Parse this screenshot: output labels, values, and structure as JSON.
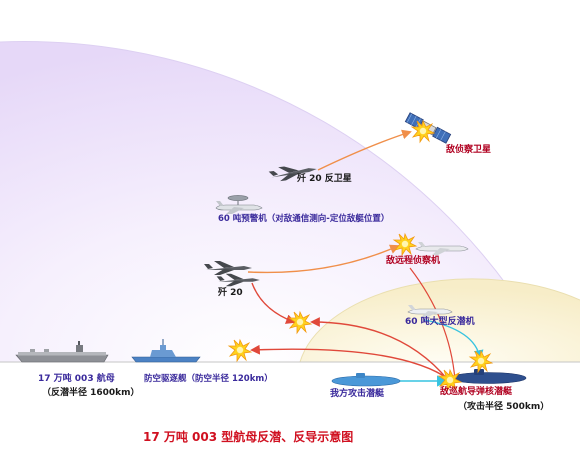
{
  "title": "17 万吨 003 型航母反潜、反导示意图",
  "labels": {
    "satellite": "敌侦察卫星",
    "j20_anti_sat": "歼 20 反卫星",
    "awacs": "60 吨预警机（对敌通信测向-定位敌艇位置）",
    "recon": "敌远程侦察机",
    "j20": "歼 20",
    "asw_plane": "60 吨大型反潜机",
    "carrier_name": "17 万吨 003 航母",
    "carrier_radius": "（反潜半径 1600km）",
    "destroyer": "防空驱逐舰（防空半径 120km）",
    "own_sub": "我方攻击潜艇",
    "enemy_sub_name": "敌巡航导弹核潜艇",
    "enemy_sub_radius": "（攻击半径 500km）"
  },
  "icons": [
    "satellite-icon",
    "j20-icon",
    "awacs-icon",
    "recon-plane-icon",
    "asw-plane-icon",
    "carrier-icon",
    "destroyer-icon",
    "submarine-icon",
    "explosion-icon"
  ],
  "colors": {
    "zone_outer": "#ece1fb",
    "zone_inner": "#fbf5de",
    "red_arrow": "#e0483a",
    "orange_arrow": "#f08f4a",
    "cyan_arrow": "#36c3e0",
    "label_purple": "#3a2a9c",
    "title_red": "#d01020"
  }
}
